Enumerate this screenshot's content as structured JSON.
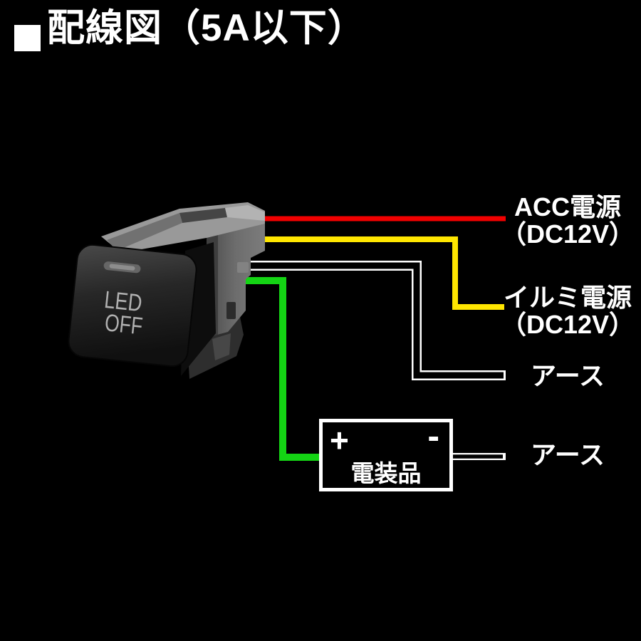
{
  "title": {
    "marker": "■",
    "text": "配線図（5A以下）"
  },
  "diagram": {
    "switch": {
      "button_line1": "LED",
      "button_line2": "OFF"
    },
    "wire_colors": {
      "acc": "#f10000",
      "illumination": "#ffe600",
      "ground_core": "#000000",
      "ground_outline": "#ffffff",
      "device_positive": "#14d414"
    },
    "labels": {
      "acc": {
        "line1": "ACC電源",
        "line2": "（DC12V）"
      },
      "illumination": {
        "line1": "イルミ電源",
        "line2": "（DC12V）"
      },
      "ground_switch": {
        "line1": "アース"
      },
      "ground_device": {
        "line1": "アース"
      }
    },
    "device_box": {
      "plus": "+",
      "minus": "-",
      "name": "電装品"
    }
  }
}
